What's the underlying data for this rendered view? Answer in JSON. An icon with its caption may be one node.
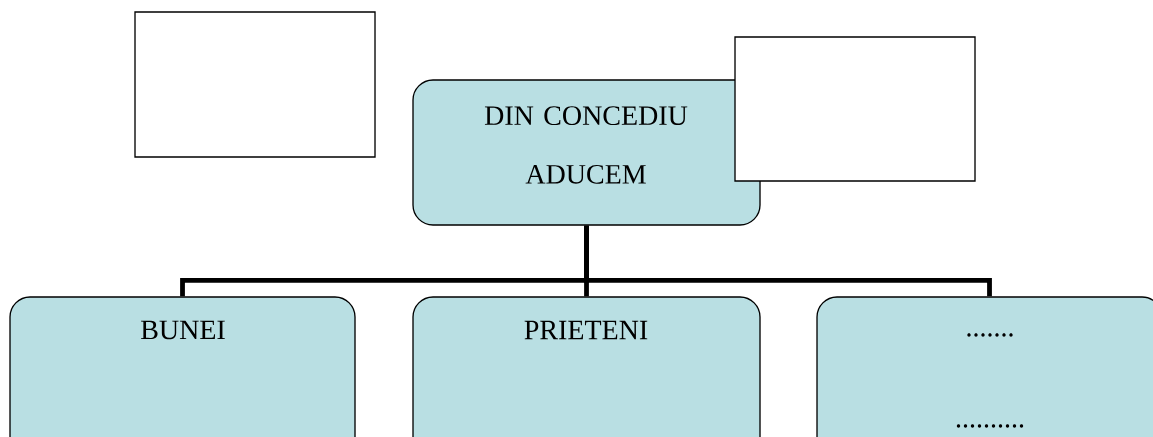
{
  "diagram": {
    "nodes": [
      {
        "text": [],
        "shape": "box"
      },
      {
        "text": [],
        "shape": "box"
      },
      {
        "text": [
          "DIN CONCEDIU ADUCEM"
        ]
      },
      {
        "text": [
          "BUNEI"
        ]
      },
      {
        "text": [
          "PRIETENI"
        ]
      },
      {
        "text": [
          ".......",
          ".........."
        ]
      }
    ],
    "edges": [
      {
        "from": 2,
        "to": 3,
        "arrow": "none"
      },
      {
        "from": 2,
        "to": 4,
        "arrow": "none"
      },
      {
        "from": 2,
        "to": 5,
        "arrow": "none"
      }
    ]
  }
}
